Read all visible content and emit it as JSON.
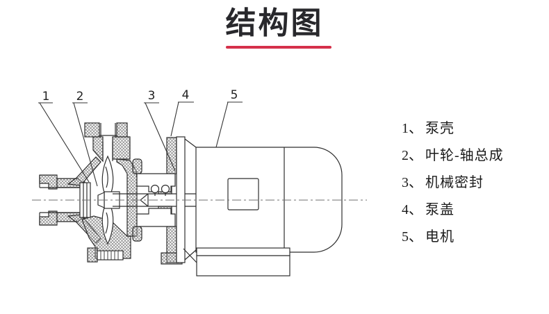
{
  "title": {
    "text": "结构图"
  },
  "accent_color": "#d5304a",
  "drawing": {
    "callouts": [
      {
        "num": "1"
      },
      {
        "num": "2"
      },
      {
        "num": "3"
      },
      {
        "num": "4"
      },
      {
        "num": "5"
      }
    ]
  },
  "legend": {
    "items": [
      {
        "num": "1、",
        "label": "泵壳"
      },
      {
        "num": "2、",
        "label": "叶轮-轴总成"
      },
      {
        "num": "3、",
        "label": "机械密封"
      },
      {
        "num": "4、",
        "label": "泵盖"
      },
      {
        "num": "5、",
        "label": "电机"
      }
    ]
  }
}
